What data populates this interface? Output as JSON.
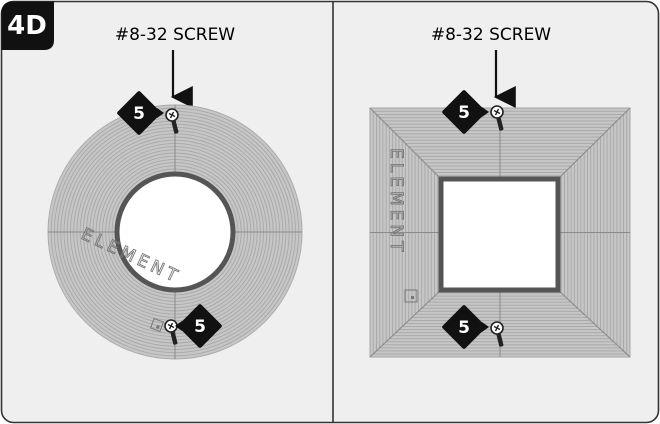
{
  "step_label": "4D",
  "left_panel": {
    "callout": "#8-32 SCREW",
    "top_badge": "5",
    "bottom_badge": "5",
    "imprint": "ELEMENT"
  },
  "right_panel": {
    "callout": "#8-32 SCREW",
    "top_badge": "5",
    "bottom_badge": "5",
    "imprint": "ELEMENT"
  },
  "colors": {
    "panel_bg": "#efefef",
    "coil_gray": "#a8a8a8",
    "inner_ring": "#555555",
    "badge": "#111111"
  },
  "icons": [
    "screw-icon",
    "arrow-down-icon",
    "diamond-badge-icon",
    "element-mark-icon"
  ]
}
